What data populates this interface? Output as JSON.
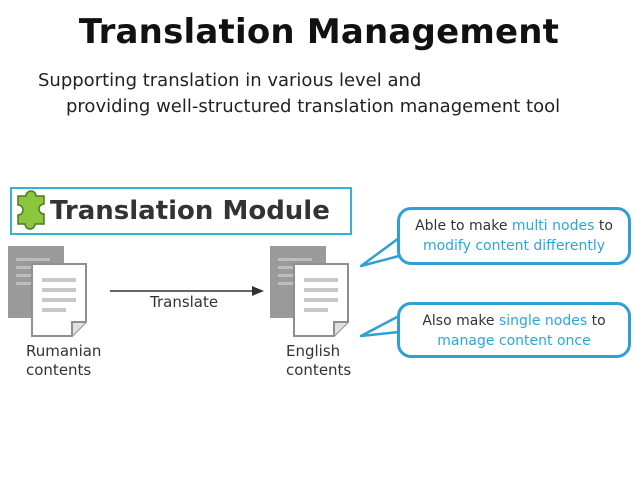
{
  "header": {
    "title": "Translation Management",
    "subtitle_line1": "Supporting translation in various level and",
    "subtitle_line2": "providing well-structured translation management tool"
  },
  "module": {
    "label": "Translation Module",
    "icon": "puzzle-icon"
  },
  "source_doc": {
    "label_line1": "Rumanian",
    "label_line2": "contents"
  },
  "target_doc": {
    "label_line1": "English",
    "label_line2": "contents"
  },
  "arrow": {
    "label": "Translate"
  },
  "callout_multi": {
    "pre": "Able to make ",
    "highlight": "multi nodes",
    "post": " to",
    "line2": "modify content differently"
  },
  "callout_single": {
    "pre": "Also make ",
    "highlight": "single nodes",
    "post": " to",
    "line2": "manage content once"
  },
  "colors": {
    "accent": "#34b3d9",
    "highlight": "#2aa6df",
    "puzzle": "#8cc63f"
  }
}
